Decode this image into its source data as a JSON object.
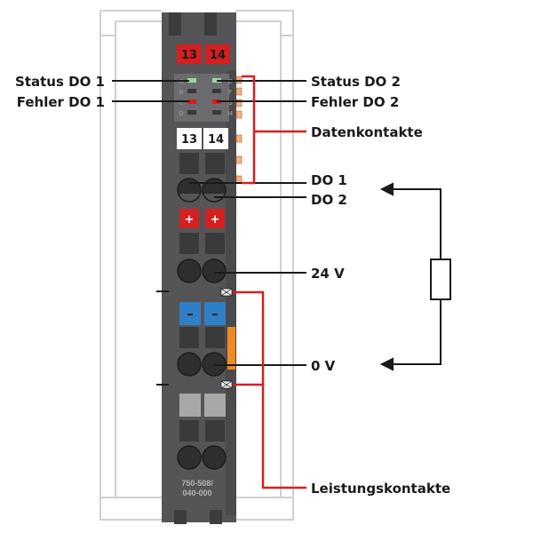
{
  "labels": {
    "status_do1": "Status DO 1",
    "fehler_do1": "Fehler DO 1",
    "status_do2": "Status DO 2",
    "fehler_do2": "Fehler DO 2",
    "datenkontakte": "Datenkontakte",
    "do1": "DO 1",
    "do2": "DO 2",
    "v24": "24 V",
    "v0": "0 V",
    "leistungskontakte": "Leistungskontakte"
  },
  "module": {
    "terminal_top_left": "13",
    "terminal_top_right": "14",
    "marker_left": "13",
    "marker_right": "14",
    "led_letters_left": [
      "A",
      "B",
      "C",
      "D"
    ],
    "led_letters_right": [
      "E",
      "F",
      "G",
      "H"
    ],
    "plus_sign": "+",
    "minus_sign": "–",
    "part_number_line1": "750-508/",
    "part_number_line2": "040-000"
  },
  "colors": {
    "housing": "#58585a",
    "rail": "#cfcfcf",
    "red_accent": "#d42020",
    "blue_accent": "#2f7fc6",
    "orange_contact": "#f08a24",
    "led_green": "#9ad8a4",
    "led_red": "#d42020"
  }
}
